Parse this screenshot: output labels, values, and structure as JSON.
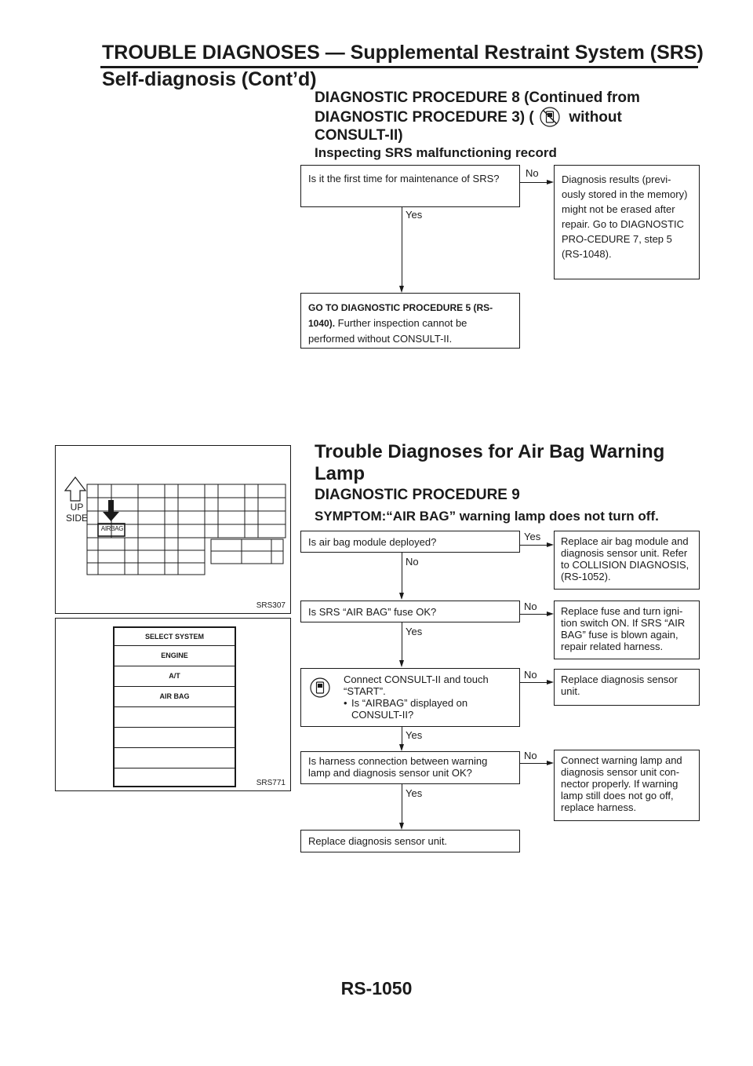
{
  "header": {
    "title_line1": "TROUBLE DIAGNOSES — Supplemental Restraint System (SRS)",
    "title_line2": "Self-diagnosis (Cont’d)"
  },
  "proc8": {
    "title_a": "DIAGNOSTIC PROCEDURE 8 (Continued from",
    "title_b1": "DIAGNOSTIC PROCEDURE 3) (",
    "title_b2": "without",
    "title_c": "CONSULT-II)",
    "subtitle": "Inspecting SRS malfunctioning record",
    "q1": "Is it the first time for maintenance of SRS?",
    "q1_yes": "Yes",
    "q1_no": "No",
    "q1_no_result": "Diagnosis results (previ-ously stored in the memory) might not be erased after repair. Go to DIAGNOSTIC PRO-CEDURE 7, step 5 (RS-1048).",
    "result_bold": "GO TO DIAGNOSTIC PROCEDURE 5 (RS-1040).",
    "result_rest": " Further inspection cannot be performed without CONSULT-II."
  },
  "airbag_section": {
    "title_line1": "Trouble Diagnoses for Air Bag Warning",
    "title_line2": "Lamp",
    "proc9_title": "DIAGNOSTIC PROCEDURE 9",
    "symptom": "SYMPTOM:“AIR BAG” warning lamp does not turn off."
  },
  "flow": {
    "s1": "Is air bag module deployed?",
    "s1_right_label": "Yes",
    "s1_down_label": "No",
    "s1_result": "Replace air bag module and diagnosis sensor unit. Refer to COLLISION DIAGNOSIS, (RS-1052).",
    "s2": "Is SRS “AIR BAG” fuse OK?",
    "s2_right_label": "No",
    "s2_down_label": "Yes",
    "s2_result": "Replace fuse and turn igni-tion switch ON. If SRS “AIR BAG” fuse is blown again, repair related harness.",
    "s3_line": "Connect CONSULT-II and touch “START”.",
    "s3_bullet_mark": "•",
    "s3_bullet": "Is “AIRBAG” displayed on CONSULT-II?",
    "s3_right_label": "No",
    "s3_down_label": "Yes",
    "s3_result": "Replace diagnosis sensor unit.",
    "s4": "Is harness connection between warning lamp and diagnosis sensor unit OK?",
    "s4_right_label": "No",
    "s4_down_label": "Yes",
    "s4_result": "Connect warning lamp and diagnosis sensor unit con-nector properly. If warning lamp still does not go off, replace harness.",
    "s5": "Replace diagnosis sensor unit."
  },
  "figure1": {
    "up_label_1": "UP",
    "up_label_2": "SIDE",
    "fuse_label": "AIRBAG",
    "caption": "SRS307"
  },
  "figure2": {
    "rows": [
      "SELECT SYSTEM",
      "ENGINE",
      "A/T",
      "AIR BAG",
      "",
      "",
      "",
      ""
    ],
    "caption": "SRS771"
  },
  "footer": {
    "page": "RS-1050"
  },
  "icons": {
    "consult_crossed": "consult-ii-crossed-out-icon",
    "consult": "consult-ii-icon",
    "up_arrow": "up-arrow-icon",
    "fuse_arrow": "down-arrow-icon"
  }
}
